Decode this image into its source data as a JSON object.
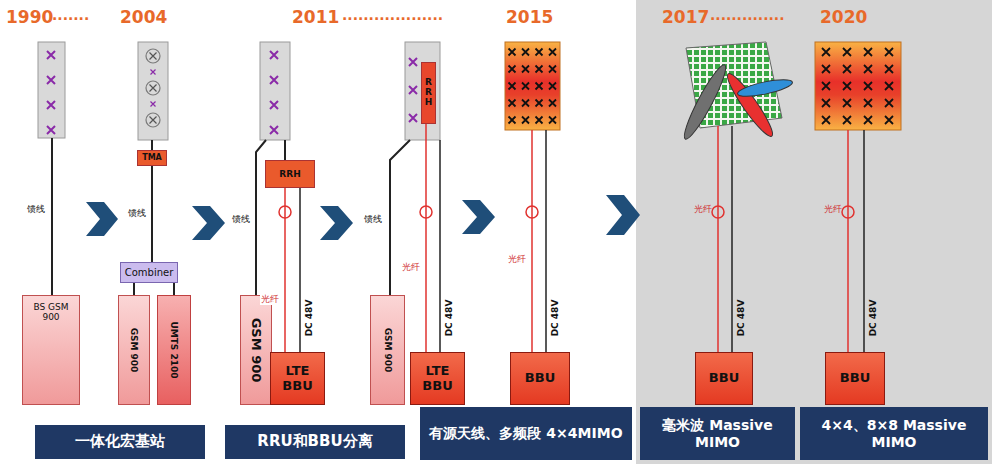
{
  "diagram": {
    "nodes": [
      {
        "text": [
          "BS GSM 900"
        ]
      },
      {
        "text": [
          "TMA"
        ]
      },
      {
        "text": [
          "Combiner"
        ]
      },
      {
        "text": [
          "GSM 900"
        ]
      },
      {
        "text": [
          "UMTS 2100"
        ]
      },
      {
        "text": [
          "RRH"
        ]
      },
      {
        "text": [
          "GSM 900"
        ]
      },
      {
        "text": [
          "LTE BBU"
        ]
      },
      {
        "text": [
          "RRH"
        ]
      },
      {
        "text": [
          "GSM 900"
        ]
      },
      {
        "text": [
          "LTE BBU"
        ]
      },
      {
        "text": [
          "BBU"
        ]
      },
      {
        "text": [
          "BBU"
        ]
      },
      {
        "text": [
          "BBU"
        ]
      },
      {
        "text": [
          "一体化宏基站"
        ]
      },
      {
        "text": [
          "RRU和BBU分离"
        ]
      },
      {
        "text": [
          "有源天线、多频段 4×4MIMO"
        ]
      },
      {
        "text": [
          "毫米波 Massive MIMO"
        ]
      },
      {
        "text": [
          "4×4、8×8 Massive MIMO"
        ]
      }
    ],
    "edges": [
      {
        "from": 1,
        "to": 2,
        "arrow": "none",
        "label": "馈线"
      },
      {
        "from": 2,
        "to": 3,
        "arrow": "none"
      },
      {
        "from": 2,
        "to": 4,
        "arrow": "none"
      },
      {
        "from": 5,
        "to": 7,
        "arrow": "none",
        "label": "光纤"
      },
      {
        "from": 8,
        "to": 10,
        "arrow": "none",
        "label": "光纤"
      }
    ],
    "labels": [
      "1990",
      ".......",
      "2004",
      "2011",
      "...................",
      "2015",
      "2017",
      "..............",
      "2020",
      "馈线",
      "馈线",
      "馈线",
      "光纤",
      "光纤",
      "光纤",
      "DC 48V",
      "DC 48V",
      "DC 48V",
      "DC 48V",
      "DC 48V"
    ]
  }
}
